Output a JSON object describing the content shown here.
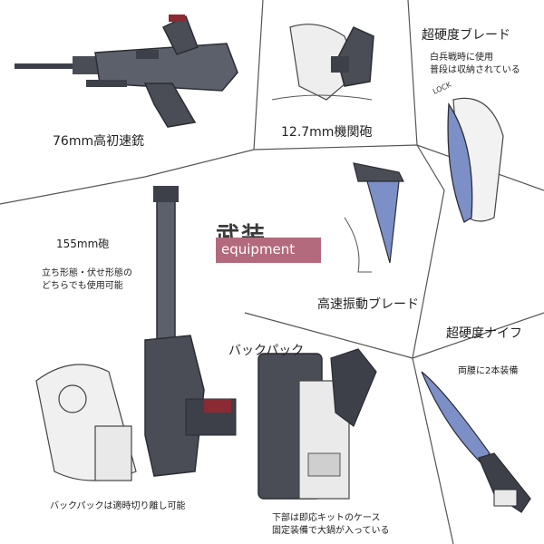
{
  "title": {
    "main": "武装",
    "sub": "equipment"
  },
  "panels": {
    "rifle": {
      "label": "76mm高初速銃"
    },
    "mg": {
      "label": "12.7mm機関砲"
    },
    "blade_hard": {
      "label": "超硬度ブレード",
      "note_lines": [
        "白兵戦時に使用",
        "普段は収納されている"
      ],
      "mark": "LOCK"
    },
    "vib_blade": {
      "label": "高速振動ブレード"
    },
    "cannon": {
      "label": "155mm砲",
      "note_lines": [
        "立ち形態・伏せ形態の",
        "どちらでも使用可能"
      ],
      "footer": "バックパックは適時切り離し可能"
    },
    "backpack": {
      "label": "バックパック",
      "note_lines": [
        "下部は即応キットのケース",
        "固定装備で大鍋が入っている"
      ]
    },
    "knife": {
      "label": "超硬度ナイフ",
      "note": "両腰に2本装備"
    }
  },
  "colors": {
    "accent": "#b36a7d",
    "metal_dark": "#3d4048",
    "metal_mid": "#6b6f7a",
    "red_part": "#8c2a34",
    "blade_blue": "#7d8fc7"
  }
}
